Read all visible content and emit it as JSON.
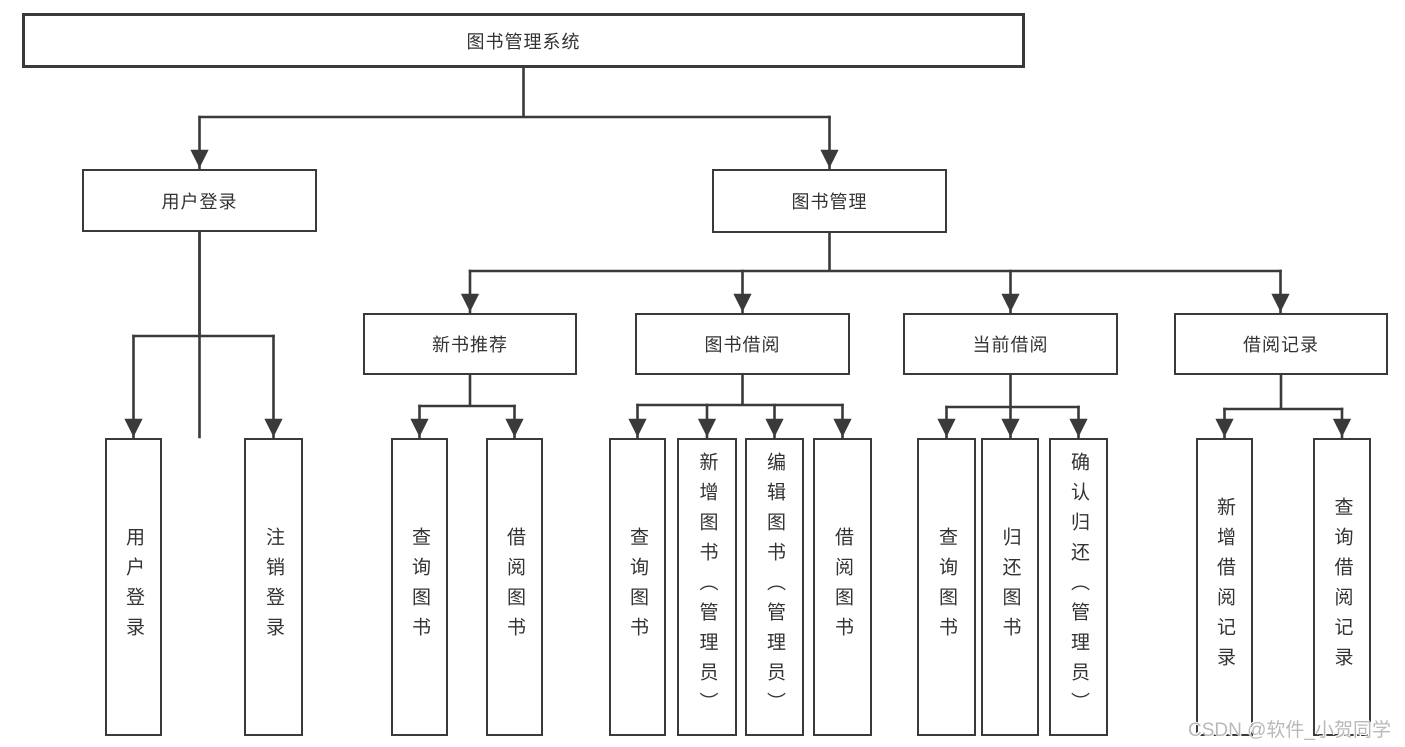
{
  "colors": {
    "border": "#3a3a3a",
    "line": "#3a3a3a",
    "text": "#333333",
    "watermark": "#b9b9b9",
    "background": "#ffffff"
  },
  "watermark": {
    "text": "CSDN @软件_小贺同学"
  },
  "tree": {
    "label": "图书管理系统",
    "children": [
      {
        "label": "用户登录",
        "children": [
          {
            "label": "用户登录"
          },
          {
            "label": "注销登录"
          }
        ]
      },
      {
        "label": "图书管理",
        "children": [
          {
            "label": "新书推荐",
            "children": [
              {
                "label": "查询图书"
              },
              {
                "label": "借阅图书"
              }
            ]
          },
          {
            "label": "图书借阅",
            "children": [
              {
                "label": "查询图书"
              },
              {
                "label": "新增图书（管理员）"
              },
              {
                "label": "编辑图书（管理员）"
              },
              {
                "label": "借阅图书"
              }
            ]
          },
          {
            "label": "当前借阅",
            "children": [
              {
                "label": "查询图书"
              },
              {
                "label": "归还图书"
              },
              {
                "label": "确认归还（管理员）"
              }
            ]
          },
          {
            "label": "借阅记录",
            "children": [
              {
                "label": "新增借阅记录"
              },
              {
                "label": "查询借阅记录"
              }
            ]
          }
        ]
      }
    ]
  }
}
